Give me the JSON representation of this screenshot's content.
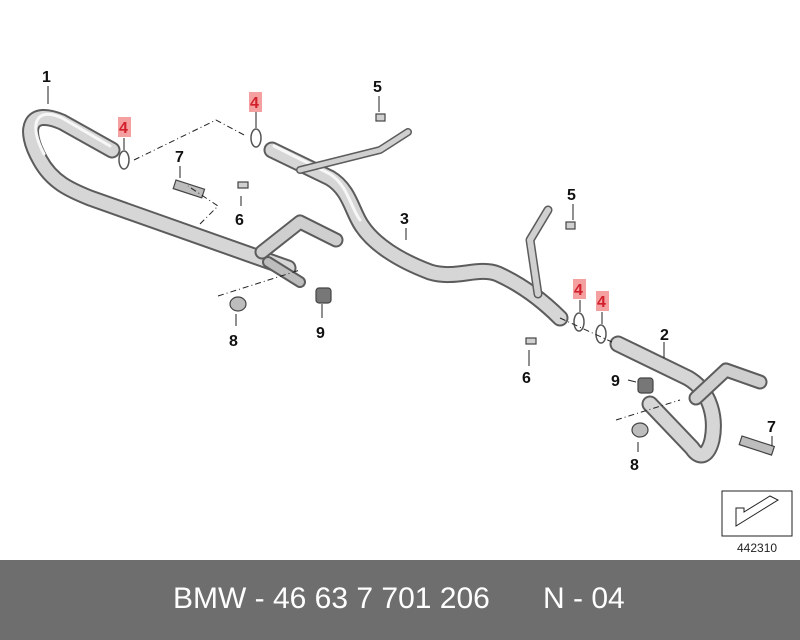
{
  "diagram": {
    "callouts": {
      "c1": "1",
      "c2": "2",
      "c3": "3",
      "c4a": "4",
      "c4b": "4",
      "c4c": "4",
      "c4d": "4",
      "c5a": "5",
      "c5b": "5",
      "c6a": "6",
      "c6b": "6",
      "c7a": "7",
      "c7b": "7",
      "c8a": "8",
      "c8b": "8",
      "c9a": "9",
      "c9b": "9"
    },
    "highlight_color": "#f4a0a0",
    "reference_id": "442310"
  },
  "footer": {
    "part_number": "BMW - 46 63 7 701 206",
    "position": "N - 04"
  }
}
